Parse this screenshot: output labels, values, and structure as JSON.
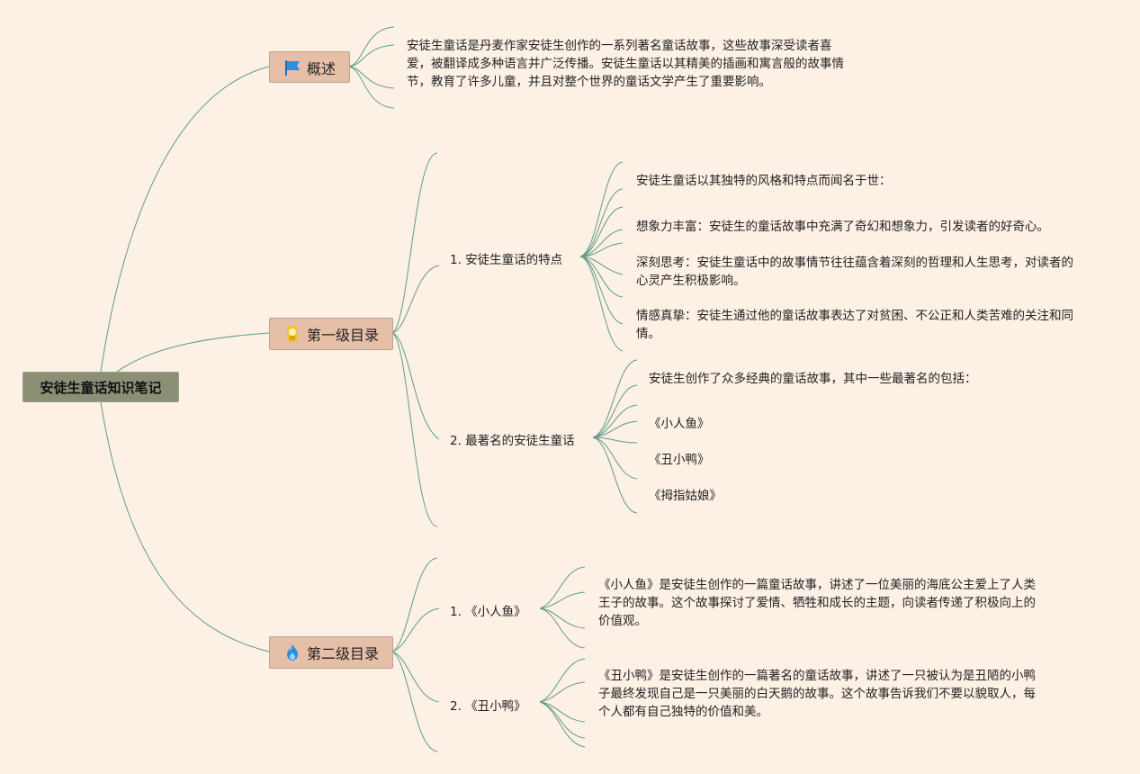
{
  "root": {
    "title": "安徒生童话知识笔记"
  },
  "branches": {
    "overview": {
      "label": "概述",
      "icon": "flag-icon",
      "text": "安徒生童话是丹麦作家安徒生创作的一系列著名童话故事，这些故事深受读者喜爱，被翻译成多种语言并广泛传播。安徒生童话以其精美的插画和寓言般的故事情节，教育了许多儿童，并且对整个世界的童话文学产生了重要影响。"
    },
    "level1": {
      "label": "第一级目录",
      "icon": "medal-icon",
      "sub1": {
        "label": "1. 安徒生童话的特点",
        "intro": "安徒生童话以其独特的风格和特点而闻名于世：",
        "p1": "想象力丰富：安徒生的童话故事中充满了奇幻和想象力，引发读者的好奇心。",
        "p2": "深刻思考：安徒生童话中的故事情节往往蕴含着深刻的哲理和人生思考，对读者的心灵产生积极影响。",
        "p3": "情感真挚：安徒生通过他的童话故事表达了对贫困、不公正和人类苦难的关注和同情。"
      },
      "sub2": {
        "label": "2. 最著名的安徒生童话",
        "intro": "安徒生创作了众多经典的童话故事，其中一些最著名的包括：",
        "t1": "《小人鱼》",
        "t2": "《丑小鸭》",
        "t3": "《拇指姑娘》"
      }
    },
    "level2": {
      "label": "第二级目录",
      "icon": "fire-icon",
      "sub1": {
        "label": "1. 《小人鱼》",
        "text": "《小人鱼》是安徒生创作的一篇童话故事，讲述了一位美丽的海底公主爱上了人类王子的故事。这个故事探讨了爱情、牺牲和成长的主题，向读者传递了积极向上的价值观。"
      },
      "sub2": {
        "label": "2. 《丑小鸭》",
        "text": "《丑小鸭》是安徒生创作的一篇著名的童话故事，讲述了一只被认为是丑陋的小鸭子最终发现自己是一只美丽的白天鹅的故事。这个故事告诉我们不要以貌取人，每个人都有自己独特的价值和美。"
      }
    }
  },
  "colors": {
    "background": "#fdf1e6",
    "connector": "#5f9a86",
    "root_fill": "#8b8f75",
    "branch_fill": "#e6bfa8"
  }
}
